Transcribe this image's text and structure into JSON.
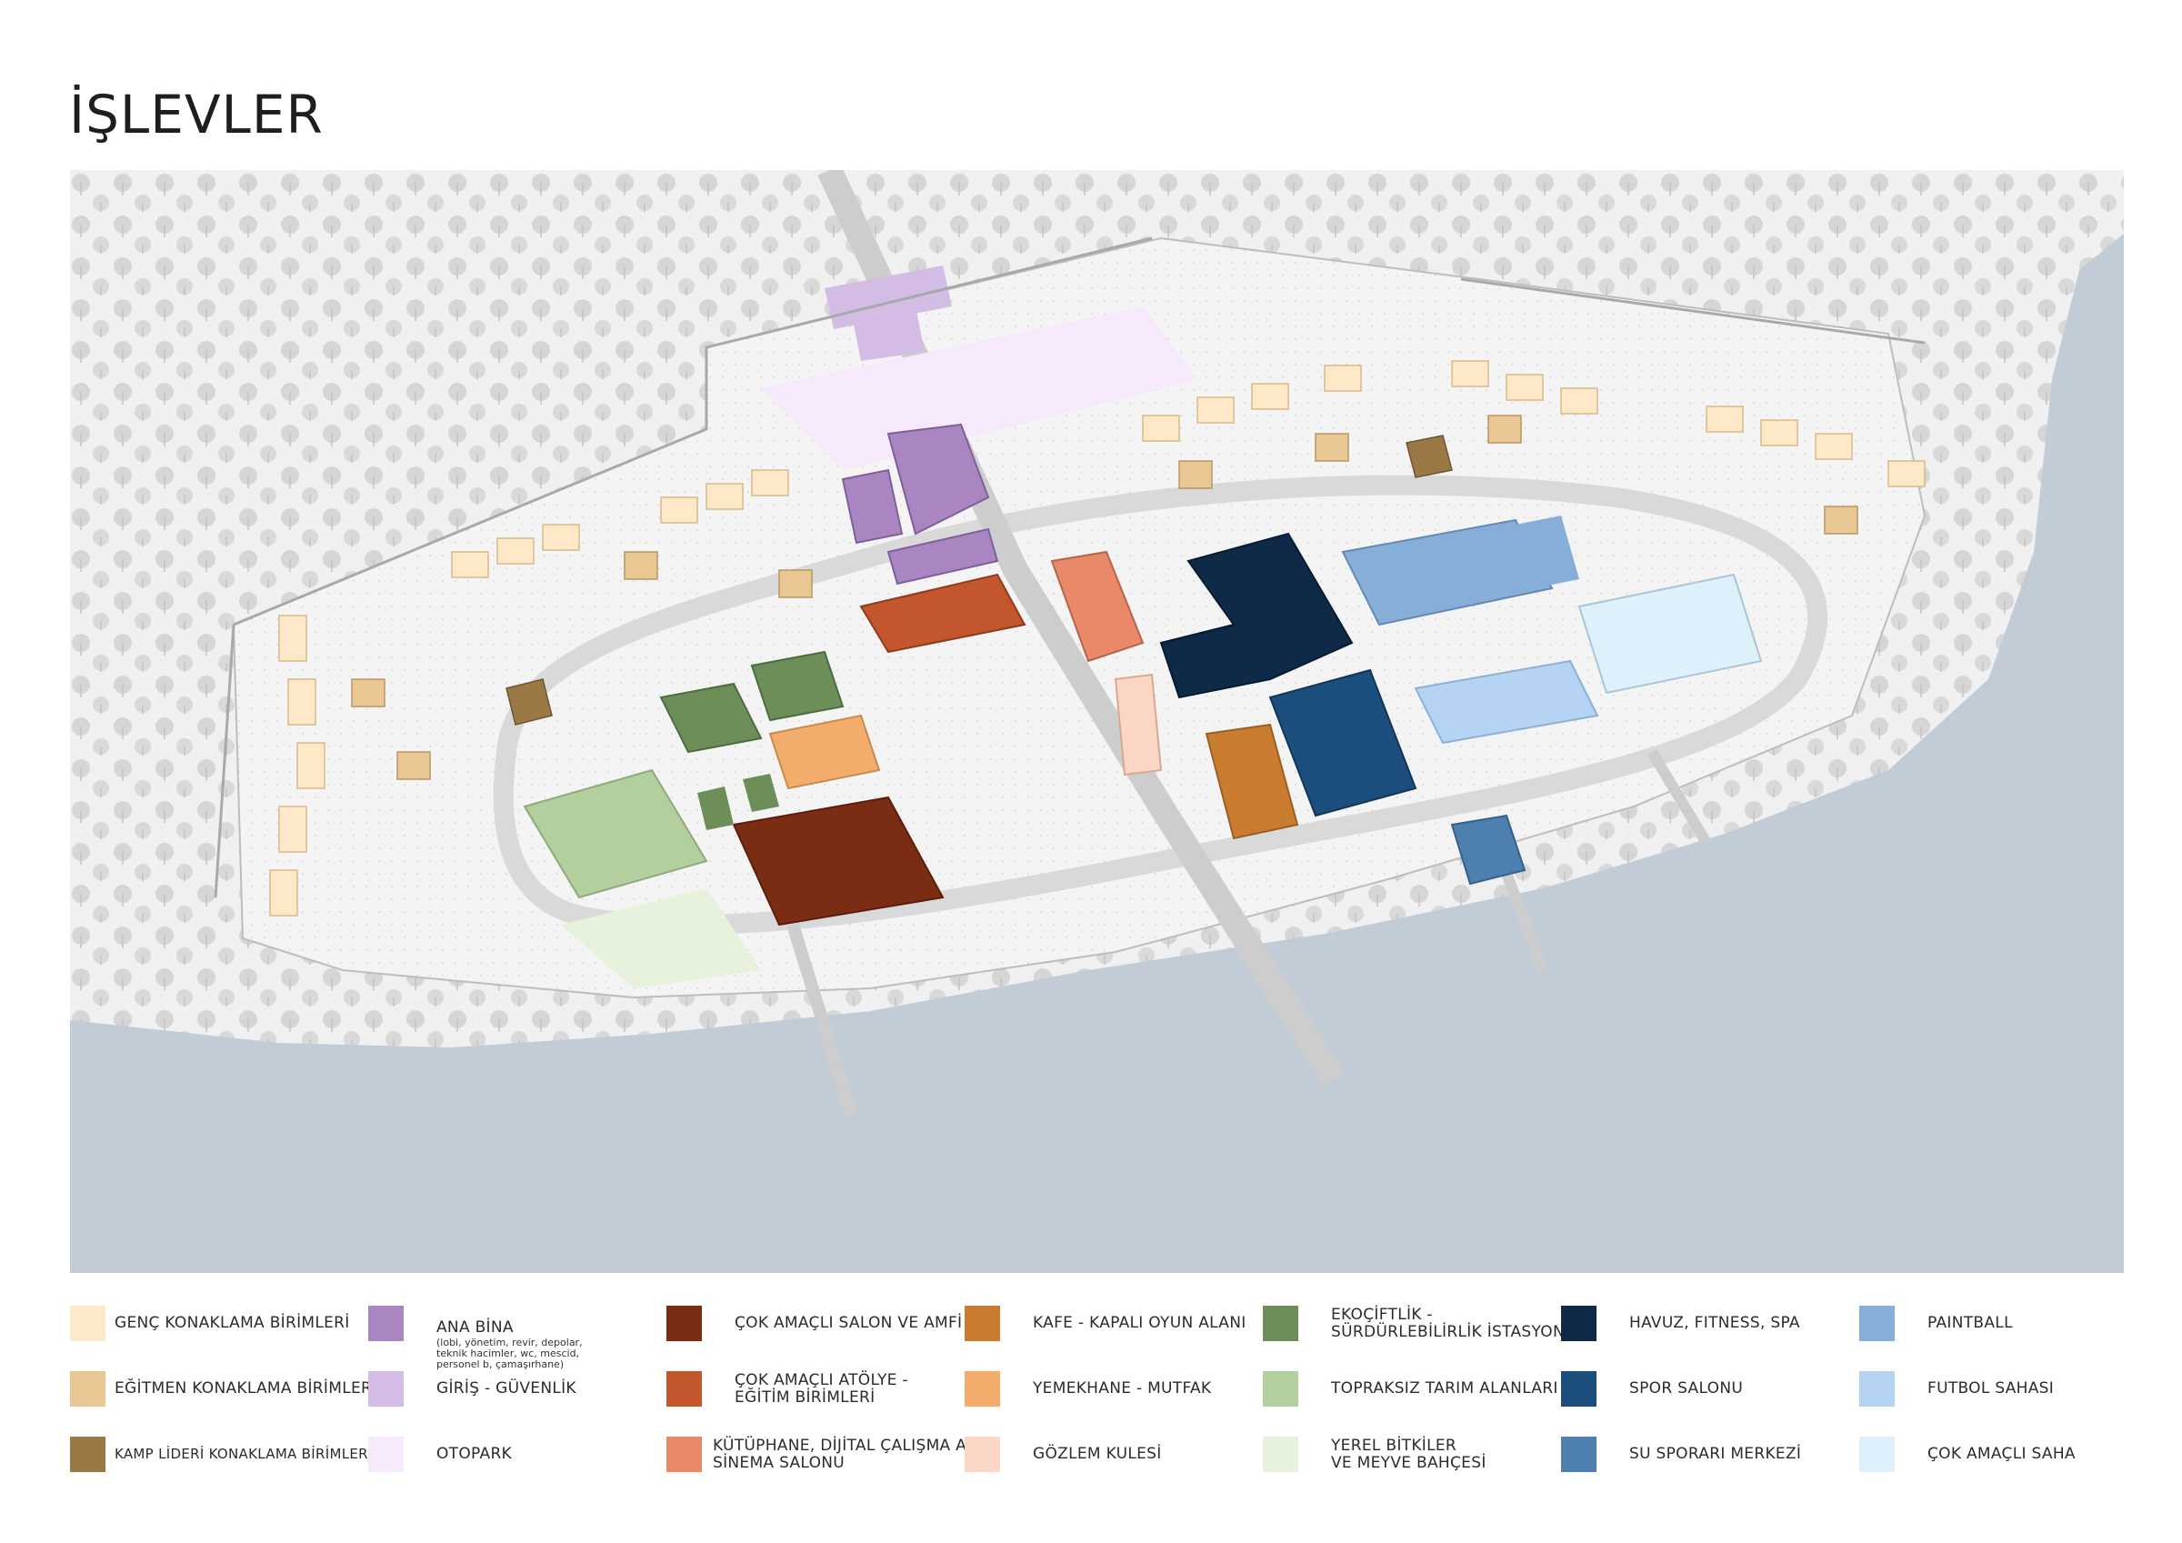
{
  "title": "İŞLEVLER",
  "legend": [
    {
      "label": "GENÇ KONAKLAMA BİRİMLERİ",
      "color": "#fde9c7"
    },
    {
      "label": "EĞİTMEN KONAKLAMA BİRİMLERİ",
      "color": "#e9c795"
    },
    {
      "label": "KAMP LİDERİ KONAKLAMA BİRİMLERİ",
      "color": "#9b7946"
    },
    {
      "label": "ANA BİNA",
      "sub": "(lobi, yönetim, revir, depolar, teknik hacimler, wc, mescid, personel b, çamaşırhane)",
      "color": "#a986c1"
    },
    {
      "label": "GİRİŞ - GÜVENLİK",
      "color": "#d3bde4"
    },
    {
      "label": "OTOPARK",
      "color": "#f6e9fb"
    },
    {
      "label": "ÇOK AMAÇLI SALON VE AMFİ",
      "color": "#7a2d12"
    },
    {
      "label": "ÇOK AMAÇLI ATÖLYE -\nEĞİTİM BİRİMLERİ",
      "color": "#c3562c"
    },
    {
      "label": "KÜTÜPHANE, DİJİTAL ÇALIŞMA A.,\nSİNEMA SALONU",
      "color": "#e9896a"
    },
    {
      "label": "KAFE - KAPALI OYUN ALANI",
      "color": "#c97c30"
    },
    {
      "label": "YEMEKHANE - MUTFAK",
      "color": "#f2ad6c"
    },
    {
      "label": "GÖZLEM KULESİ",
      "color": "#fbd6c4"
    },
    {
      "label": "EKOÇİFTLİK -\nSÜRDÜRLEBİLİRLİK İSTASYONU",
      "color": "#6d8e59"
    },
    {
      "label": "TOPRAKSIZ TARIM ALANLARI",
      "color": "#b4cf9e"
    },
    {
      "label": "YEREL BİTKİLER\nVE MEYVE BAHÇESİ",
      "color": "#e6f2dc"
    },
    {
      "label": "HAVUZ, FITNESS, SPA",
      "color": "#0e2a47"
    },
    {
      "label": "SPOR SALONU",
      "color": "#1c4e7d"
    },
    {
      "label": "SU SPORARI MERKEZİ",
      "color": "#4d7faf"
    },
    {
      "label": "PAINTBALL",
      "color": "#86aed9"
    },
    {
      "label": "FUTBOL SAHASI",
      "color": "#b5d3f2"
    },
    {
      "label": "ÇOK AMAÇLI SAHA",
      "color": "#def0fa"
    }
  ],
  "colors": {
    "water": "#c2ccd7",
    "ground": "#eeeeee",
    "road": "#dadada",
    "tree": "#cfcfcf"
  }
}
